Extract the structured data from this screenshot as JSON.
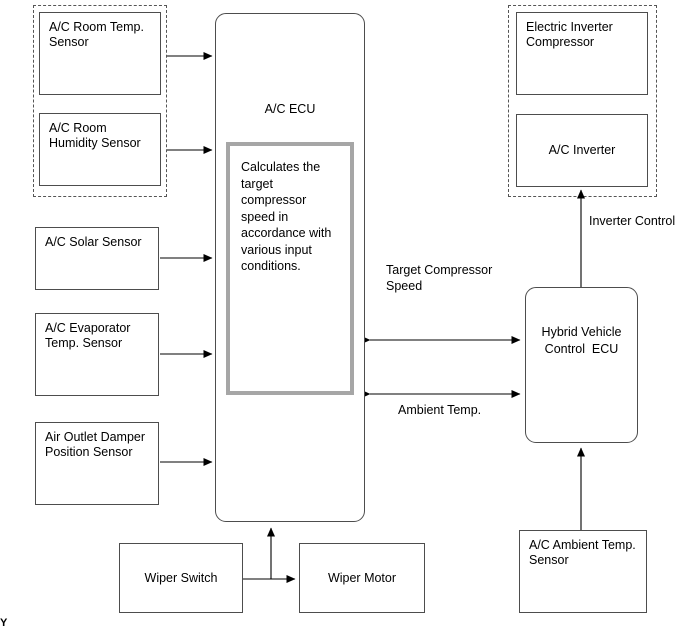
{
  "diagram": {
    "corner_mark": "Y",
    "groups": {
      "left_sensor_group": "",
      "right_inverter_group": ""
    },
    "ac_ecu": {
      "title": "A/C ECU",
      "note": "Calculates the target compressor speed in accordance with various input conditions."
    },
    "hybrid_ecu": {
      "label": "Hybrid Vehicle\nControl  ECU"
    },
    "left_sensors": [
      {
        "label": "A/C Room Temp.\nSensor"
      },
      {
        "label": "A/C Room\nHumidity Sensor"
      },
      {
        "label": "A/C Solar Sensor"
      },
      {
        "label": "A/C Evaporator\nTemp. Sensor"
      },
      {
        "label": "Air Outlet Damper\nPosition Sensor"
      }
    ],
    "right_blocks": [
      {
        "label": "Electric Inverter\nCompressor"
      },
      {
        "label": "A/C Inverter"
      }
    ],
    "bottom_blocks": [
      {
        "label": "Wiper Switch"
      },
      {
        "label": "Wiper Motor"
      },
      {
        "label": "A/C Ambient Temp.\nSensor"
      }
    ],
    "edge_labels": [
      {
        "label": "Target Compressor\nSpeed"
      },
      {
        "label": "Ambient Temp."
      },
      {
        "label": "Inverter Control"
      }
    ],
    "colors": {
      "line": "#000000",
      "box_border": "#4d4d4d",
      "note_border": "#a6a6a6",
      "dashed_border": "#555555",
      "background": "#ffffff"
    }
  }
}
